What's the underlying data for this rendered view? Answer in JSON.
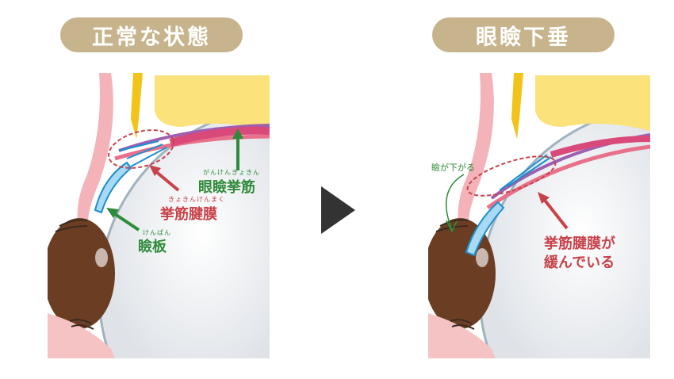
{
  "panels": [
    {
      "title": "正常な状態",
      "labels": {
        "levator_muscle": {
          "text": "眼瞼挙筋",
          "ruby": "がんけんきょきん"
        },
        "levator_aponeurosis": {
          "text": "挙筋腱膜",
          "ruby": "きょきんけんまく"
        },
        "tarsal_plate": {
          "text": "瞼板",
          "ruby": "けんばん"
        }
      }
    },
    {
      "title": "眼瞼下垂",
      "labels": {
        "eyelid_drooping": "瞼が下がる",
        "aponeurosis_loose_line1": "挙筋腱膜が",
        "aponeurosis_loose_line2": "緩んでいる"
      }
    }
  ],
  "arrow_icon": "play-triangle-right",
  "colors": {
    "badge": "#c8b48c",
    "green": "#2e8b3a",
    "red": "#c9424a",
    "arrow": "#333333"
  }
}
